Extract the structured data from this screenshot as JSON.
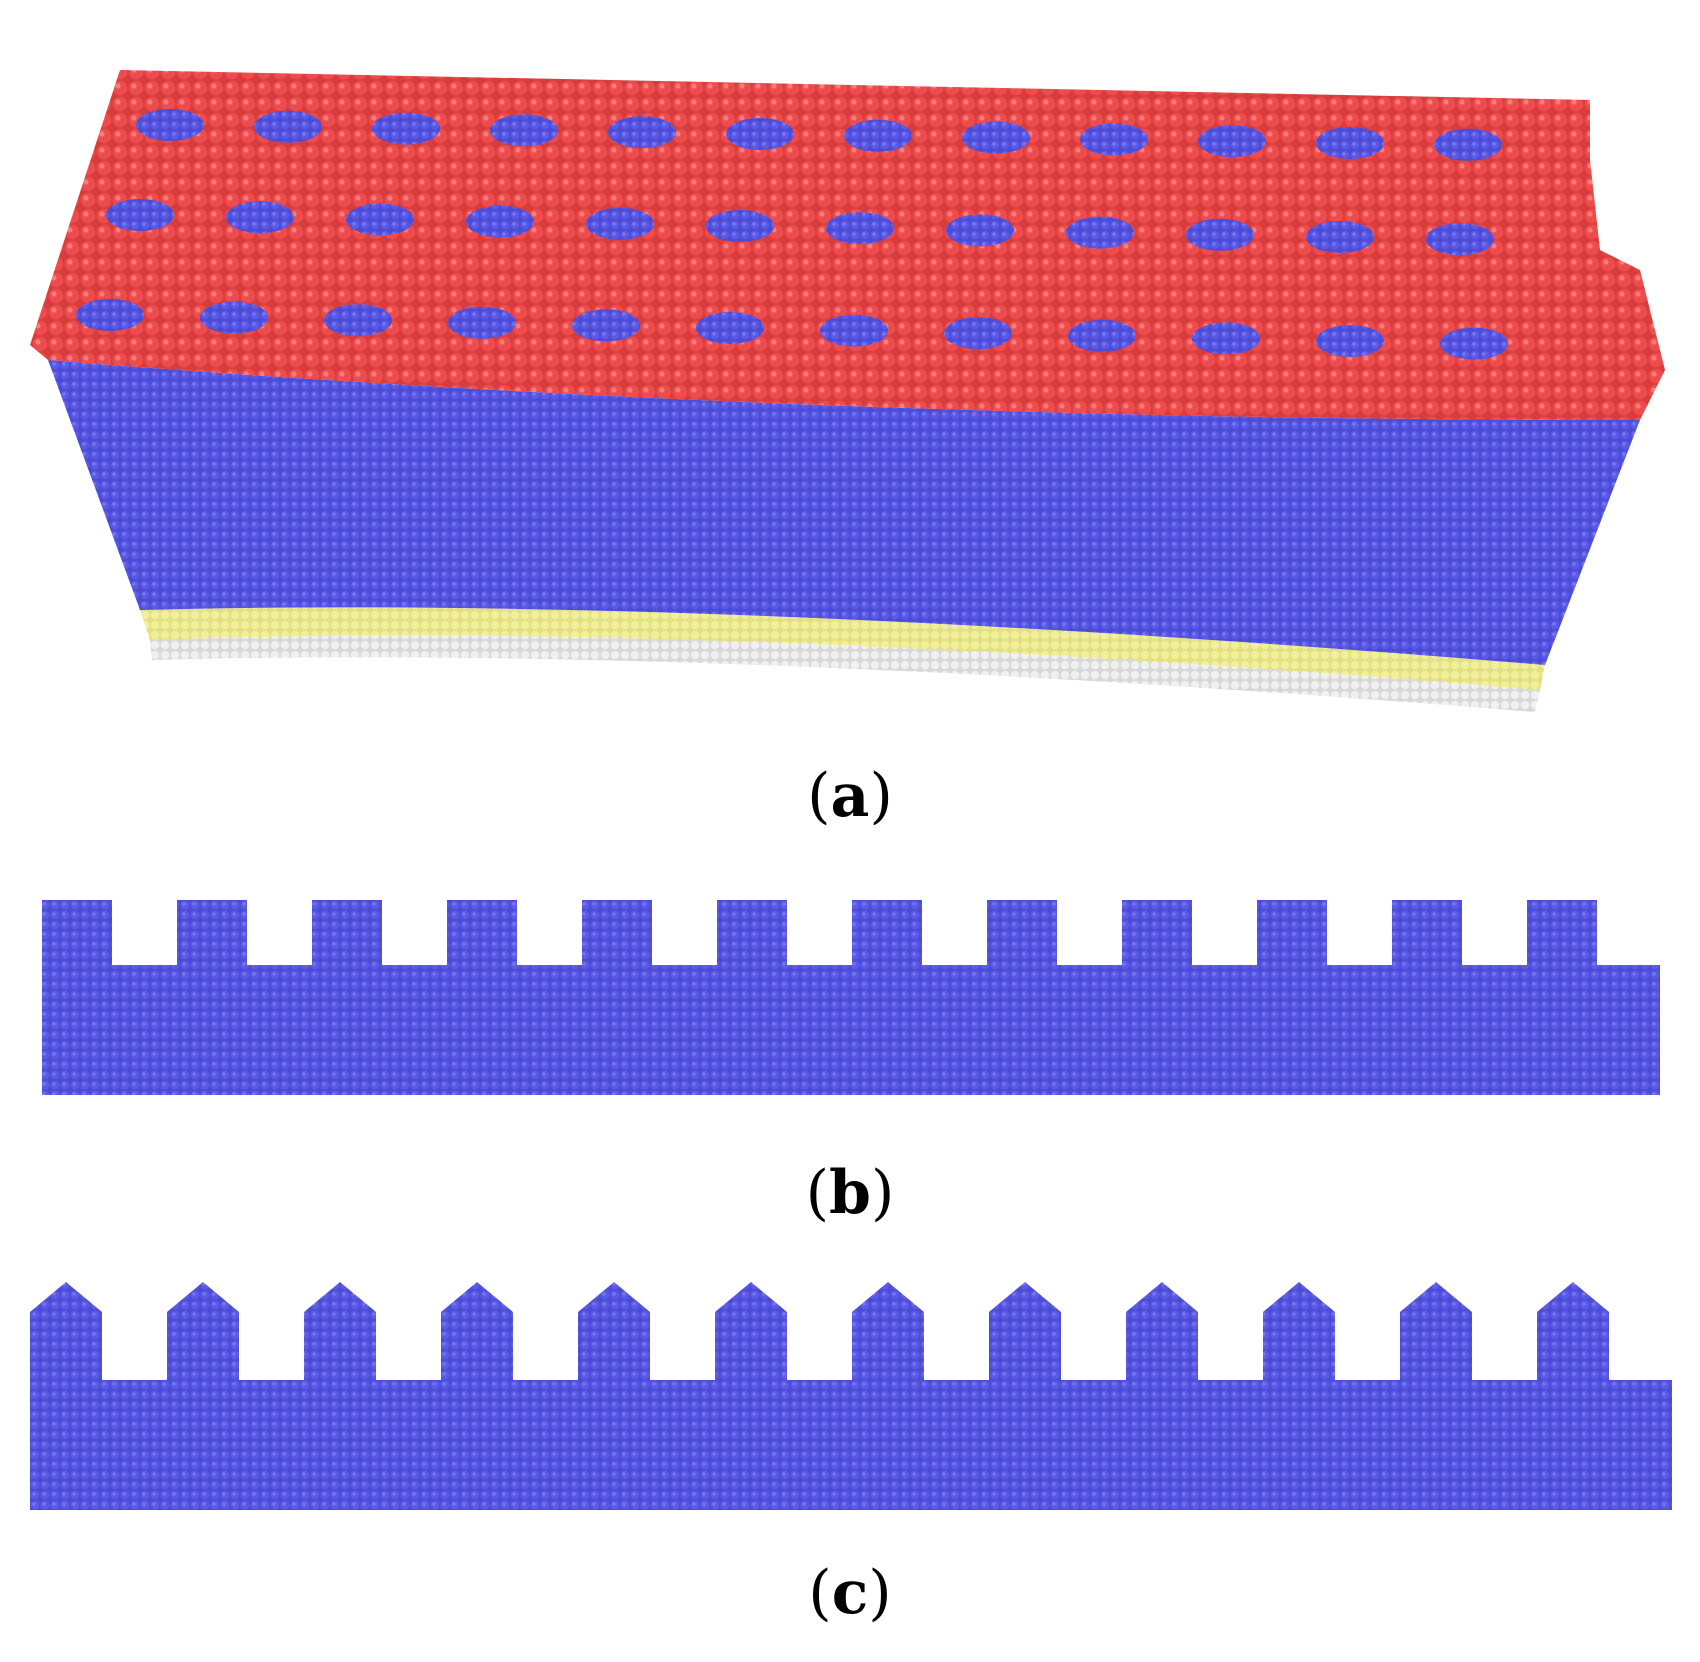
{
  "colors": {
    "top_layer": "#ee4c4c",
    "bulk": "#4f4fdd",
    "interface_layer": "#f2ef9a",
    "base_layer": "#e6e6e6",
    "background": "#ffffff"
  },
  "captions": {
    "a": {
      "open": "(",
      "letter": "a",
      "close": ")"
    },
    "b": {
      "open": "(",
      "letter": "b",
      "close": ")"
    },
    "c": {
      "open": "(",
      "letter": "c",
      "close": ")"
    }
  },
  "panels": {
    "a": {
      "rows_of_holes": 3,
      "holes_per_row": 12
    },
    "b": {
      "teeth": 12
    },
    "c": {
      "teeth": 12
    }
  }
}
